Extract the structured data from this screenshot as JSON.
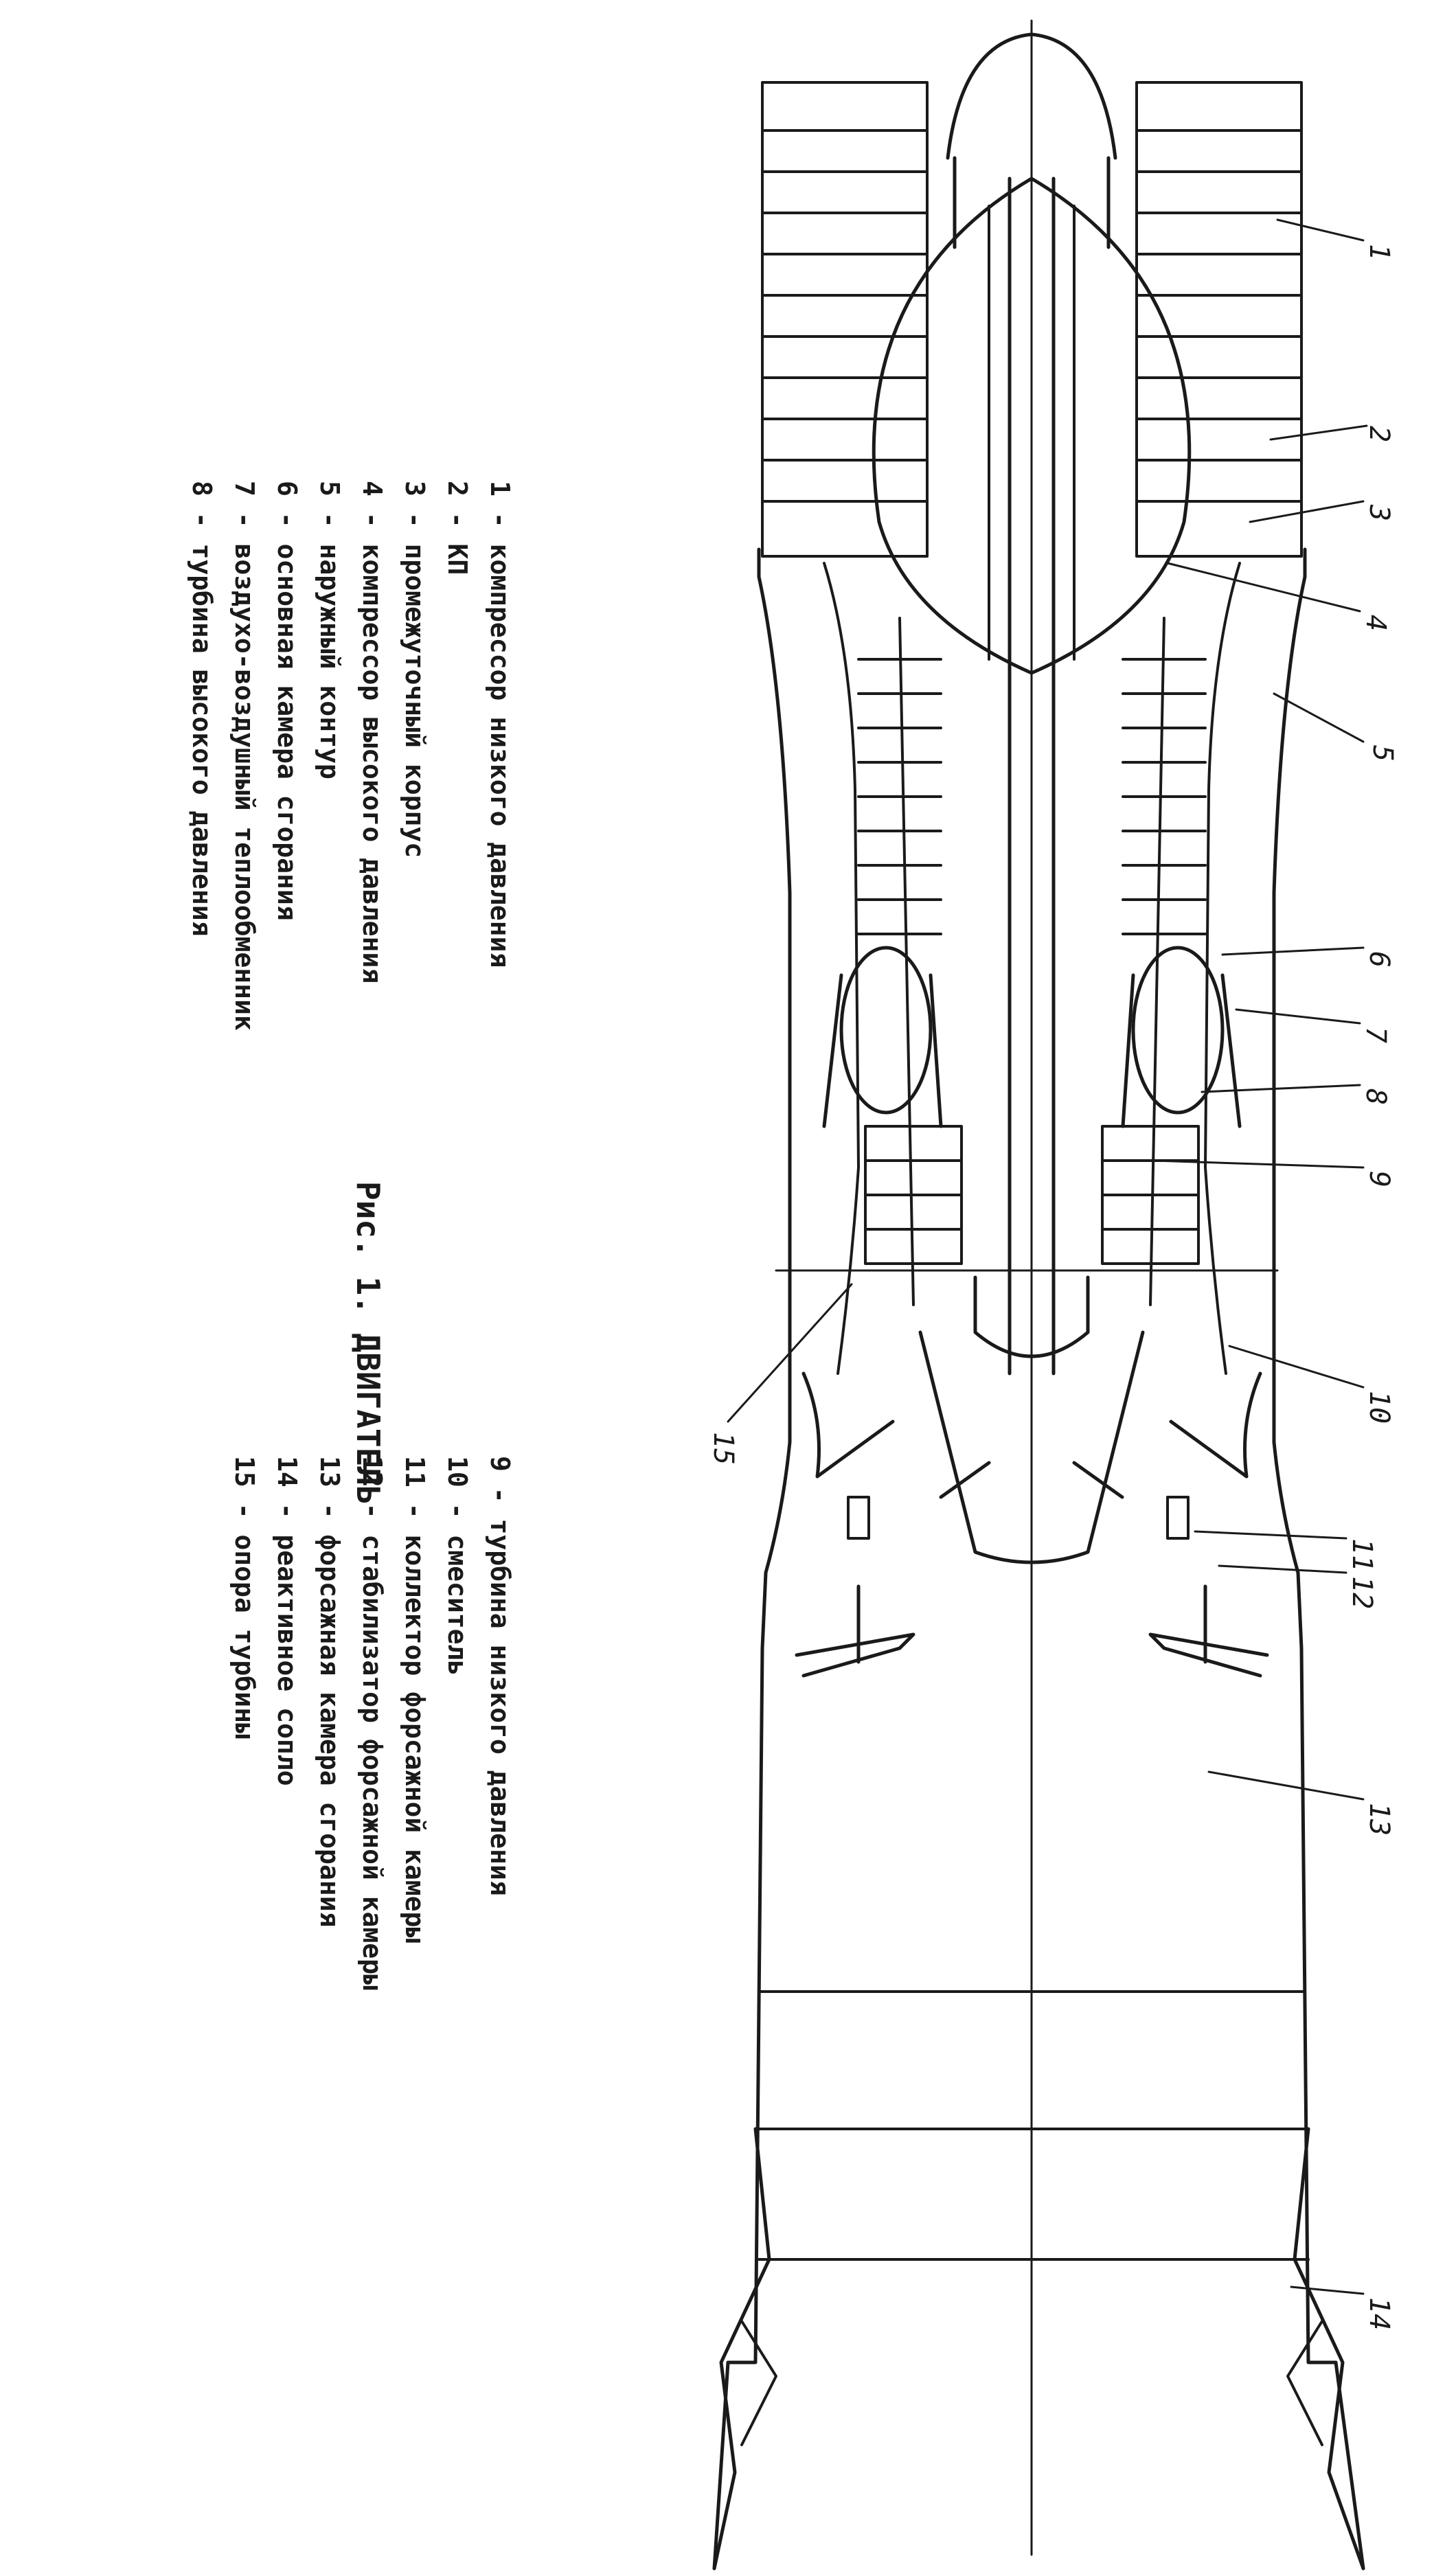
{
  "caption": "Рис. 1. ДВИГАТЕЛЬ",
  "legend_left": [
    {
      "num": "1",
      "label": "компрессор низкого давления"
    },
    {
      "num": "2",
      "label": "КП"
    },
    {
      "num": "3",
      "label": "промежуточный корпус"
    },
    {
      "num": "4",
      "label": "компрессор высокого давления"
    },
    {
      "num": "5",
      "label": "наружный контур"
    },
    {
      "num": "6",
      "label": "основная камера сгорания"
    },
    {
      "num": "7",
      "label": "воздухо-воздушный теплообменник"
    },
    {
      "num": "8",
      "label": "турбина высокого давления"
    }
  ],
  "legend_right": [
    {
      "num": "9",
      "label": "турбина низкого давления"
    },
    {
      "num": "10",
      "label": "смеситель"
    },
    {
      "num": "11",
      "label": "коллектор форсажной камеры"
    },
    {
      "num": "12",
      "label": "стабилизатор форсажной камеры"
    },
    {
      "num": "13",
      "label": "форсажная камера сгорания"
    },
    {
      "num": "14",
      "label": "реактивное сопло"
    },
    {
      "num": "15",
      "label": "опора турбины"
    }
  ],
  "callouts": [
    "1",
    "2",
    "3",
    "4",
    "5",
    "6",
    "7",
    "8",
    "9",
    "10",
    "11",
    "12",
    "13",
    "14",
    "15"
  ],
  "colors": {
    "ink": "#1a1a1a",
    "paper": "#ffffff"
  }
}
